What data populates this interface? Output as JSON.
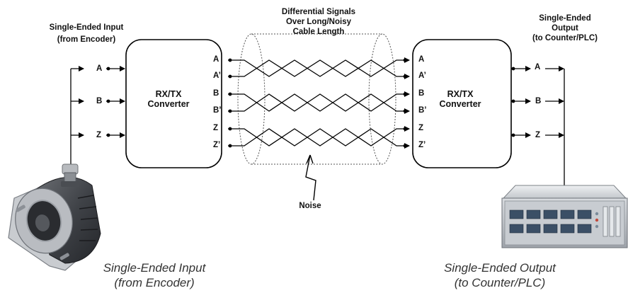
{
  "header": {
    "input_title": [
      "Single-Ended Input",
      "(from Encoder)"
    ],
    "signals_title": [
      "Differential Signals",
      "Over Long/Noisy",
      "Cable Length"
    ],
    "output_title": [
      "Single-Ended",
      "Output",
      "(to Counter/PLC)"
    ]
  },
  "left_converter": {
    "label": [
      "RX/TX",
      "Converter"
    ]
  },
  "right_converter": {
    "label": [
      "RX/TX",
      "Converter"
    ]
  },
  "input_signals": [
    "A",
    "B",
    "Z"
  ],
  "differential_signals": [
    "A",
    "A’",
    "B",
    "B’",
    "Z",
    "Z’"
  ],
  "output_signals": [
    "A",
    "B",
    "Z"
  ],
  "noise_label": "Noise",
  "captions": {
    "encoder": [
      "Single-Ended Input",
      "(from Encoder)"
    ],
    "counter": [
      "Single-Ended Output",
      "(to Counter/PLC)"
    ]
  },
  "icons": {
    "encoder": "rotary-encoder-icon",
    "counter": "counter-plc-icon"
  }
}
